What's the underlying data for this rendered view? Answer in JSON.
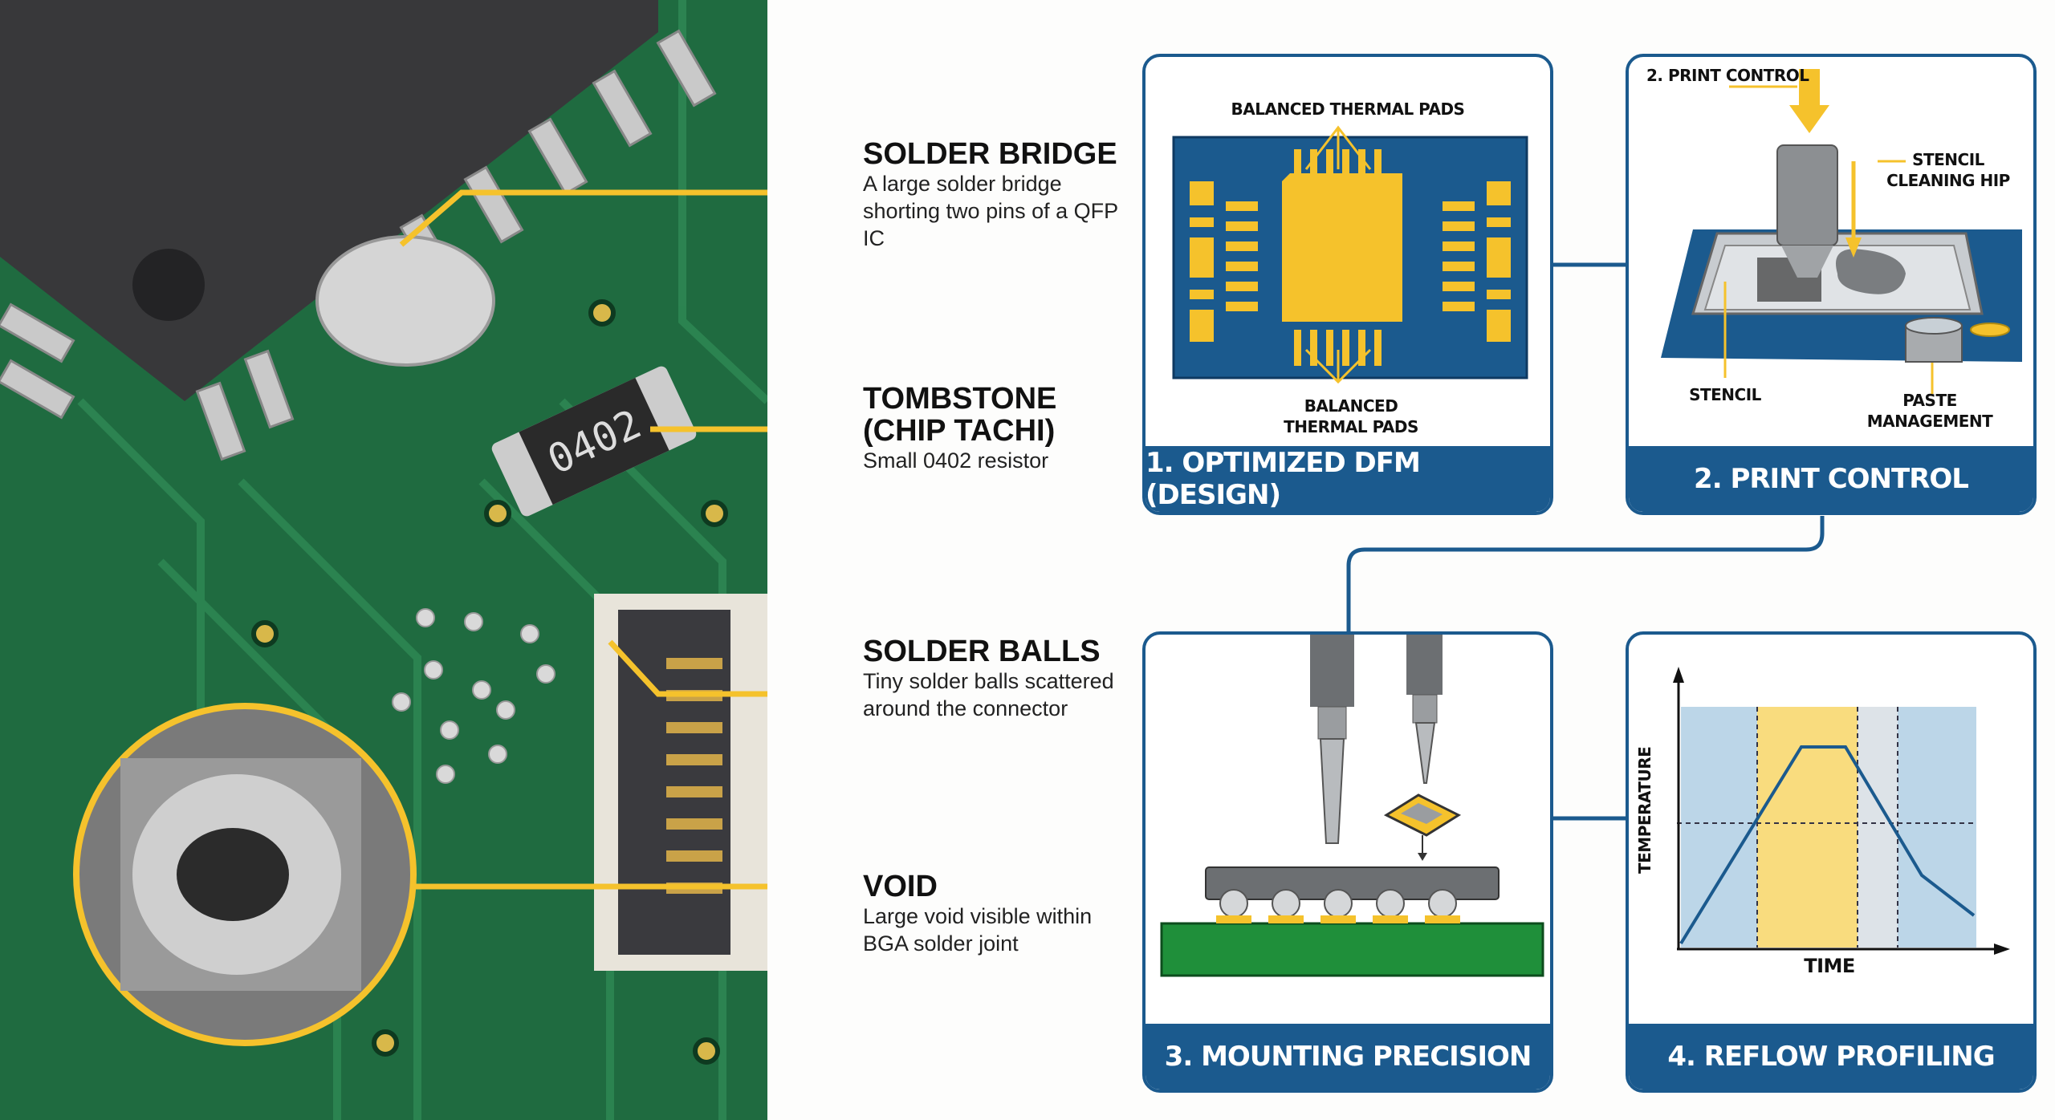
{
  "callouts": [
    {
      "title": "SOLDER BRIDGE",
      "desc": "A large solder bridge shorting two pins of a QFP IC"
    },
    {
      "title": "TOMBSTONE (CHIP TACHI)",
      "desc": "Small 0402 resistor"
    },
    {
      "title": "SOLDER BALLS",
      "desc": "Tiny solder balls scattered around the connector"
    },
    {
      "title": "VOID",
      "desc": "Large void visible within BGA solder joint"
    }
  ],
  "photo": {
    "resistor_marking": "0402"
  },
  "panels": [
    {
      "title": "1. OPTIMIZED DFM (DESIGN)",
      "labels": [
        "BALANCED THERMAL PADS",
        "BALANCED THERMAL PADS"
      ]
    },
    {
      "title": "2. PRINT CONTROL",
      "labels": [
        "2. PRINT CONTROL",
        "STENCIL CLEANING HIP",
        "STENCIL",
        "PASTE MANAGEMENT"
      ]
    },
    {
      "title": "3. MOUNTING PRECISION"
    },
    {
      "title": "4. REFLOW PROFILING",
      "ylabel": "TEMPERATURE",
      "xlabel": "TIME"
    }
  ],
  "colors": {
    "accent_blue": "#1b5a8e",
    "accent_yellow": "#f5c22c",
    "pcb_green": "#1f6b40"
  }
}
